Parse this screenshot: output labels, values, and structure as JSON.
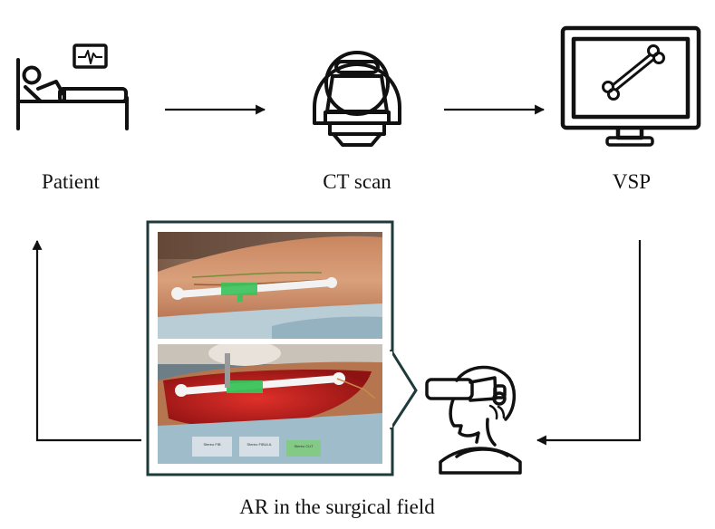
{
  "steps": {
    "patient": "Patient",
    "ct": "CT scan",
    "vsp": "VSP",
    "ar": "AR in the surgical field"
  },
  "screen_labels": [
    "Stereo FIB",
    "Stereo FIBULA",
    "Stereo CUT"
  ],
  "colors": {
    "stroke": "#111111",
    "frame": "#1e3a3a",
    "surgical_red": "#c41a1a",
    "guide_green": "#39c25a",
    "drape_blue": "#8fb3c4"
  },
  "icons": [
    "patient-bed-icon",
    "heart-monitor-icon",
    "ct-scanner-icon",
    "monitor-icon",
    "bone-icon",
    "ar-headset-user-icon"
  ]
}
